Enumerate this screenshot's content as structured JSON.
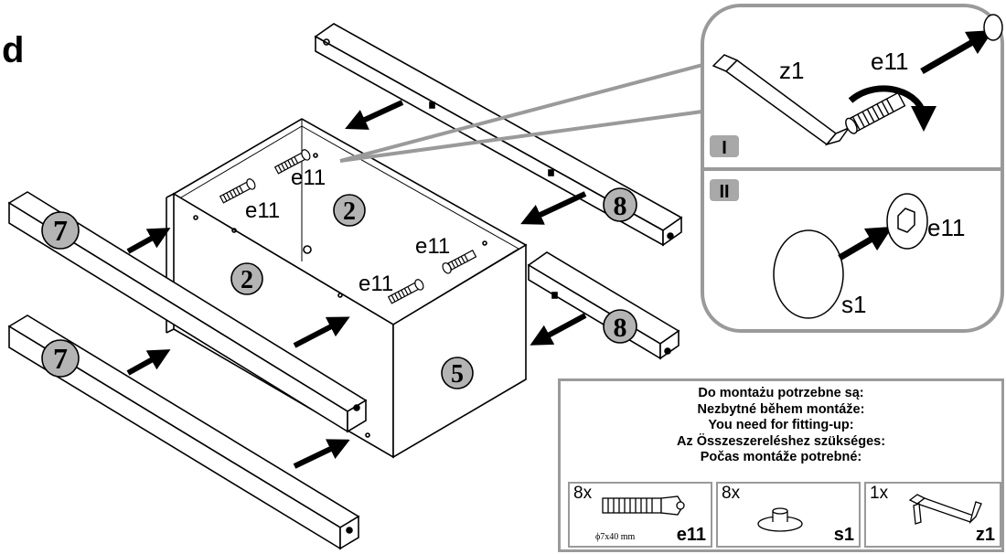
{
  "step_label": "d",
  "parts": {
    "side_rail_left": "7",
    "side_rail_right": "8",
    "panel_top": "2",
    "panel_side": "2",
    "panel_back": "5"
  },
  "labels": {
    "e11": "e11",
    "z1": "z1",
    "s1": "s1"
  },
  "detail_steps": [
    "I",
    "II"
  ],
  "parts_list": {
    "headings": [
      "Do montażu potrzebne są:",
      "Nezbytné během montáže:",
      "You need for fitting-up:",
      "Az Összeszereléshez szükséges:",
      "Počas montáže potrebné:"
    ],
    "items": [
      {
        "qty": "8x",
        "code": "e11",
        "dimension": "ϕ7x40 mm",
        "icon": "dowel-icon"
      },
      {
        "qty": "8x",
        "code": "s1",
        "icon": "cap-icon"
      },
      {
        "qty": "1x",
        "code": "z1",
        "icon": "crank-wrench-icon"
      }
    ]
  },
  "colors": {
    "frame_gray": "#9a9a9a",
    "part_circle": "#b4b4b4",
    "step_badge": "#a8a8a8"
  }
}
